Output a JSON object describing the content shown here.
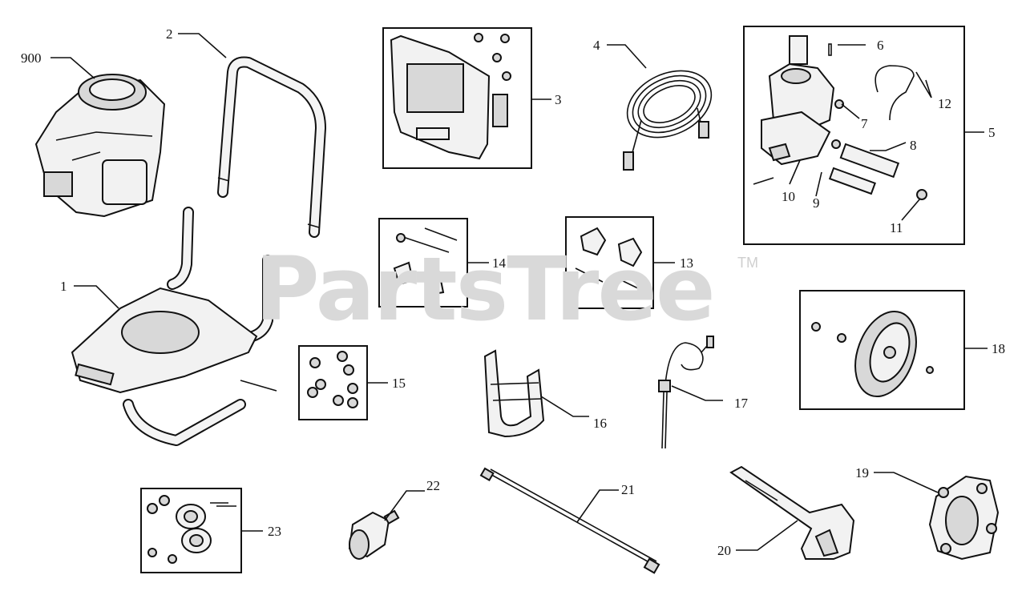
{
  "watermark": {
    "brand": "PartsTree",
    "trademark": "TM"
  },
  "callouts": [
    "900",
    "2",
    "3",
    "4",
    "5",
    "6",
    "12",
    "7",
    "8",
    "10",
    "9",
    "11",
    "1",
    "14",
    "13",
    "18",
    "15",
    "16",
    "17",
    "22",
    "21",
    "19",
    "20",
    "23"
  ]
}
